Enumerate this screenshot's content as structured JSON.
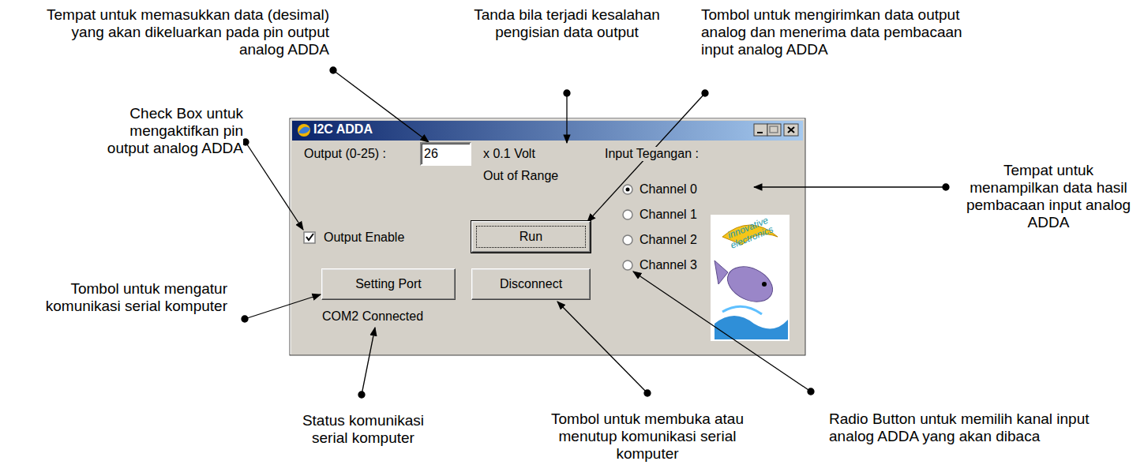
{
  "diagram": {
    "nodes": [
      {
        "text": [
          "I2C ADDA"
        ]
      },
      {
        "text": [
          "26"
        ],
        "in": 0
      },
      {
        "text": [
          "Run"
        ],
        "in": 0
      },
      {
        "text": [
          "Setting Port"
        ],
        "in": 0
      },
      {
        "text": [
          "Disconnect"
        ],
        "in": 0
      }
    ],
    "labels": [
      "Tempat untuk memasukkan data (desimal) yang akan dikeluarkan pada pin output analog ADDA",
      "Tanda bila terjadi kesalahan pengisian data output",
      "Tombol untuk mengirimkan data output analog dan menerima data pembacaan input analog ADDA",
      "Check Box untuk mengaktifkan pin output analog ADDA",
      "Tempat untuk menampilkan data hasil pembacaan input analog ADDA",
      "Tombol untuk mengatur komunikasi serial komputer",
      "Status komunikasi serial komputer",
      "Tombol untuk membuka atau menutup komunikasi serial komputer",
      "Radio Button untuk memilih kanal input analog ADDA yang akan dibaca",
      "Output (0-25) :",
      "x 0.1 Volt",
      "Out of Range",
      "Input Tegangan :",
      "Output Enable",
      "Channel 0",
      "Channel 1",
      "Channel 2",
      "Channel 3",
      "COM2 Connected",
      "innovative electronics"
    ]
  }
}
